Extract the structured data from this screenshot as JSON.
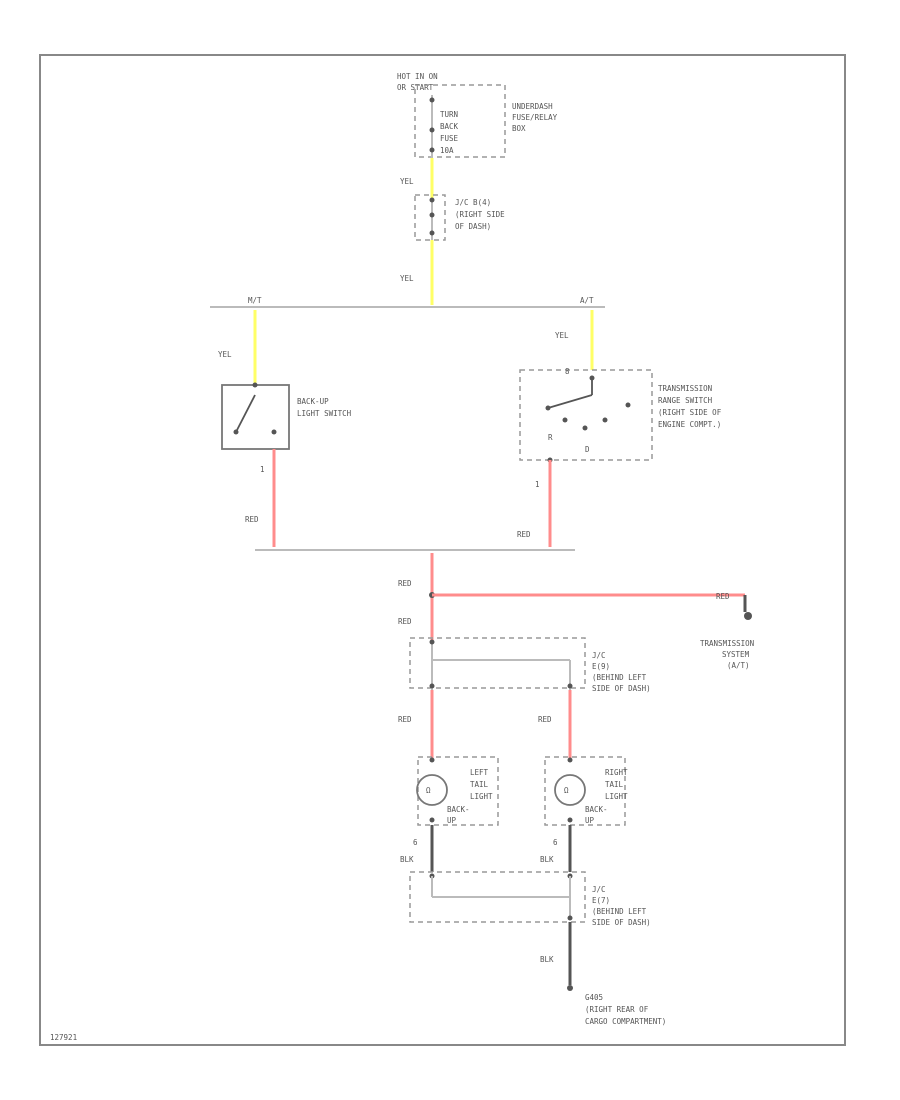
{
  "diagram_id": "127921",
  "colors": {
    "yellow_wire": "#ffff66",
    "red_wire": "#ff8c8c",
    "black_wire": "#555555",
    "ground_wire": "#bbbbbb"
  },
  "power": {
    "lines": [
      "HOT IN ON",
      "OR START"
    ]
  },
  "fuse": {
    "lines": [
      "TURN",
      "BACK",
      "FUSE",
      "10A"
    ]
  },
  "fuse_box": {
    "lines": [
      "UNDERDASH",
      "FUSE/RELAY",
      "BOX"
    ]
  },
  "jc_top": {
    "lines": [
      "J/C B(4)",
      "(RIGHT SIDE",
      "OF DASH)"
    ]
  },
  "wire_labels": {
    "yel_1": "YEL",
    "yel_2": "YEL",
    "yel_mt": "YEL",
    "yel_at": "YEL",
    "red_sw": "RED",
    "red_tr": "RED",
    "red_trunk": "RED",
    "red_tcs": "RED",
    "red_below": "RED",
    "red_left": "RED",
    "red_right": "RED",
    "blk_left": "BLK",
    "blk_right": "BLK",
    "blk_ground": "BLK"
  },
  "branches": {
    "mt": "M/T",
    "at": "A/T"
  },
  "backup_switch": {
    "lines": [
      "BACK-UP",
      "LIGHT SWITCH"
    ]
  },
  "transmission_switch": {
    "lines": [
      "TRANSMISSION",
      "RANGE SWITCH",
      "(RIGHT SIDE OF",
      "ENGINE COMPT.)"
    ]
  },
  "pins": {
    "sw_out": "1",
    "tr_out": "1",
    "tr_in": "8",
    "tr_a": "R",
    "tr_b": "D",
    "left_gnd": "6",
    "right_gnd": "6"
  },
  "tcs": {
    "lines": [
      "TRANSMISSION",
      "SYSTEM",
      "(A/T)"
    ]
  },
  "jc_mid": {
    "lines": [
      "J/C",
      "E(9)",
      "(BEHIND LEFT",
      "SIDE OF DASH)"
    ]
  },
  "left_tail": {
    "lines": [
      "LEFT",
      "TAIL",
      "LIGHT"
    ],
    "bulb": [
      "BACK-",
      "UP"
    ]
  },
  "right_tail": {
    "lines": [
      "RIGHT",
      "TAIL",
      "LIGHT"
    ],
    "bulb": [
      "BACK-",
      "UP"
    ]
  },
  "jc_low": {
    "lines": [
      "J/C",
      "E(7)",
      "(BEHIND LEFT",
      "SIDE OF DASH)"
    ]
  },
  "ground": {
    "lines": [
      "G405",
      "(RIGHT REAR OF",
      "CARGO COMPARTMENT)"
    ]
  }
}
